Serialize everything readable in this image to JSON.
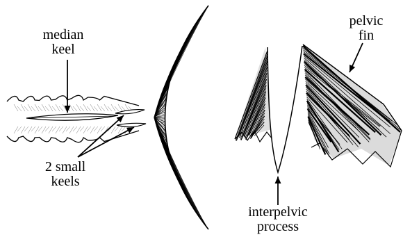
{
  "labels": {
    "median_keel": {
      "line1": "median",
      "line2": "keel"
    },
    "small_keels": {
      "line1": "2 small",
      "line2": "keels"
    },
    "pelvic_fin": {
      "line1": "pelvic",
      "line2": "fin"
    },
    "interpelvic_process": {
      "line1": "interpelvic",
      "line2": "process"
    }
  },
  "colors": {
    "ink": "#000000",
    "paper": "#ffffff"
  }
}
